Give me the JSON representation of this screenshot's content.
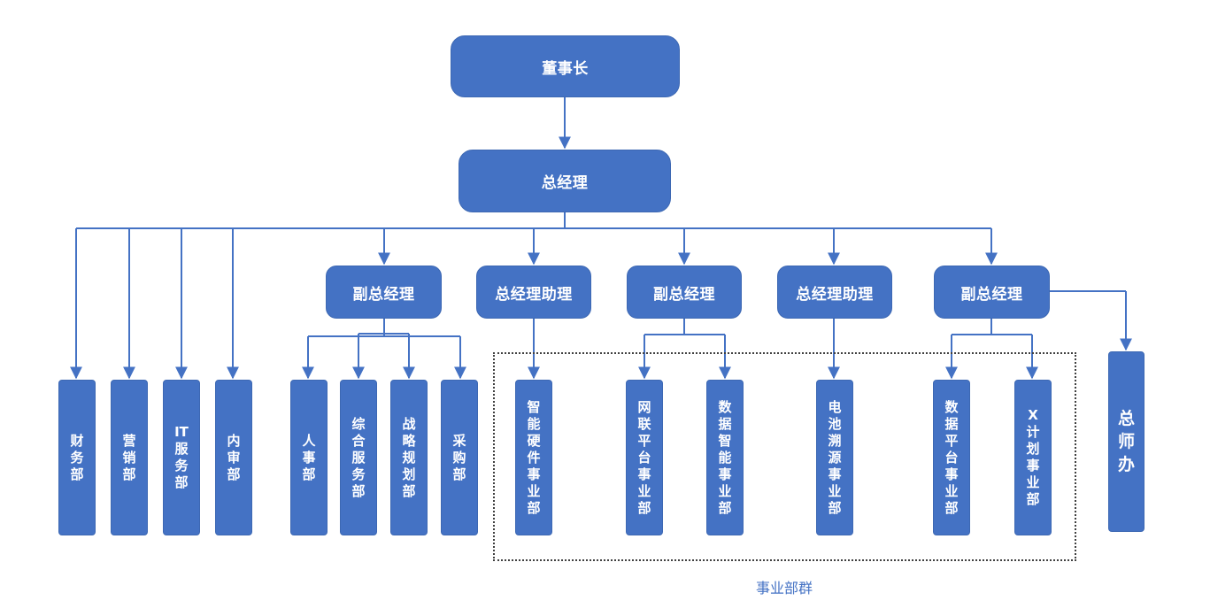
{
  "chairman": "董事长",
  "gm": "总经理",
  "managers": {
    "vgm1": "副总经理",
    "agm1": "总经理助理",
    "vgm2": "副总经理",
    "agm2": "总经理助理",
    "vgm3": "副总经理"
  },
  "depts": {
    "finance": "财务部",
    "marketing": "营销部",
    "it": "IT服务部",
    "audit": "内审部",
    "hr": "人事部",
    "general": "综合服务部",
    "strategy": "战略规划部",
    "purchase": "采购部",
    "smart_hw": "智能硬件事业部",
    "iot": "网联平台事业部",
    "data_ai": "数据智能事业部",
    "battery": "电池溯源事业部",
    "data_platform": "数据平台事业部",
    "x_plan": "X计划事业部",
    "gm_office": "总师办"
  },
  "group_label": "事业部群",
  "colors": {
    "node_fill": "#4472c4",
    "line": "#4472c4",
    "label": "#4472c4"
  }
}
